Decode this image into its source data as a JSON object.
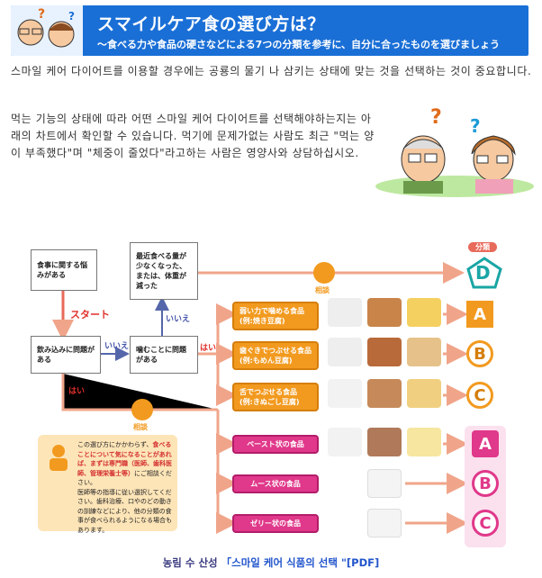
{
  "banner": {
    "title": "スマイルケア食の選び方は？",
    "subtitle": "～食べる力や食品の硬さなどによる7つの分類を参考に、自分に合ったものを選びましょう"
  },
  "paragraphs": {
    "p1": "스마일 케어 다이어트를 이용할 경우에는 공룡의 물기 나 삼키는 상태에 맞는 것을 선택하는 것이 중요합니다.",
    "p2": "먹는 기능의 상태에 따라 어떤 스마일 케어 다이어트를 선택해야하는지는 아래의 차트에서 확인할 수 있습니다. 먹기에 문제가없는 사람도 최근 \"먹는 양이 부족했다\"며 \"체중이 줄었다\"라고하는 사람은 영양사와 상담하십시오."
  },
  "flow": {
    "box_worry": "食事に関する悩みがある",
    "box_recent": "最近食べる量が少なくなった、または、体重が減った",
    "box_swallow": "飲み込みに問題がある",
    "box_chew": "噛むことに問題がある",
    "start": "スタート",
    "yes": "はい",
    "no": "いいえ",
    "consult": "相談",
    "category_header": "分類"
  },
  "foods": [
    {
      "label": "弱い力で噛める食品",
      "example": "(例:焼き豆腐)",
      "grade": "A"
    },
    {
      "label": "歯ぐきでつぶせる食品",
      "example": "(例:もめん豆腐)",
      "grade": "B"
    },
    {
      "label": "舌でつぶせる食品",
      "example": "(例:きぬごし豆腐)",
      "grade": "C"
    },
    {
      "label": "ペースト状の食品",
      "example": "",
      "grade": "A"
    },
    {
      "label": "ムース状の食品",
      "example": "",
      "grade": "B"
    },
    {
      "label": "ゼリー状の食品",
      "example": "",
      "grade": "C"
    }
  ],
  "grade_d": "D",
  "note": {
    "l1": "この選び方にかかわらず、",
    "red1": "食べることについて気になることがあれば、まずは専門職（医師、歯科医師、管理栄養士等）",
    "l2": "にご相談ください。",
    "l3": "医師等の指導に従い選択してください。歯科治療、口やのどの動きの訓練などにより、他の分類の食事が食べられるようになる場合もあります。"
  },
  "caption": {
    "prefix": "농림 수 산성 ",
    "link": "「스마일 케어 식품의 선택 \"[PDF]"
  },
  "colors": {
    "banner": "#1a6fd6",
    "arrow": "#f0a58a",
    "orange": "#f29a1f",
    "pink": "#e0388a",
    "teal": "#1aa5a5"
  }
}
